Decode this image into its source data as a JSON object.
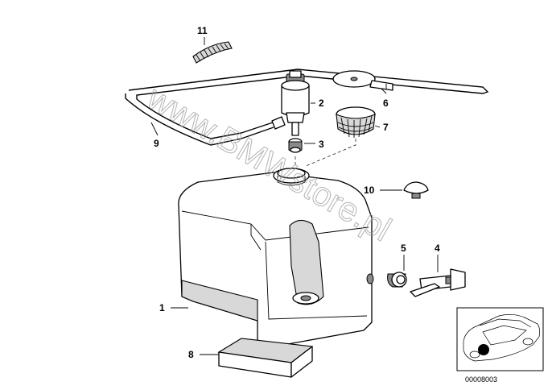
{
  "labels": {
    "p1": "1",
    "p2": "2",
    "p3": "3",
    "p4": "4",
    "p5": "5",
    "p6": "6",
    "p7": "7",
    "p8": "8",
    "p9": "9",
    "p10": "10",
    "p11": "11"
  },
  "watermark": "www.BMWstore.pl",
  "inset": {
    "code": "00008003"
  },
  "colors": {
    "line": "#000000",
    "shade": "#d8d8d8",
    "watermark": "#9a9a9a"
  }
}
